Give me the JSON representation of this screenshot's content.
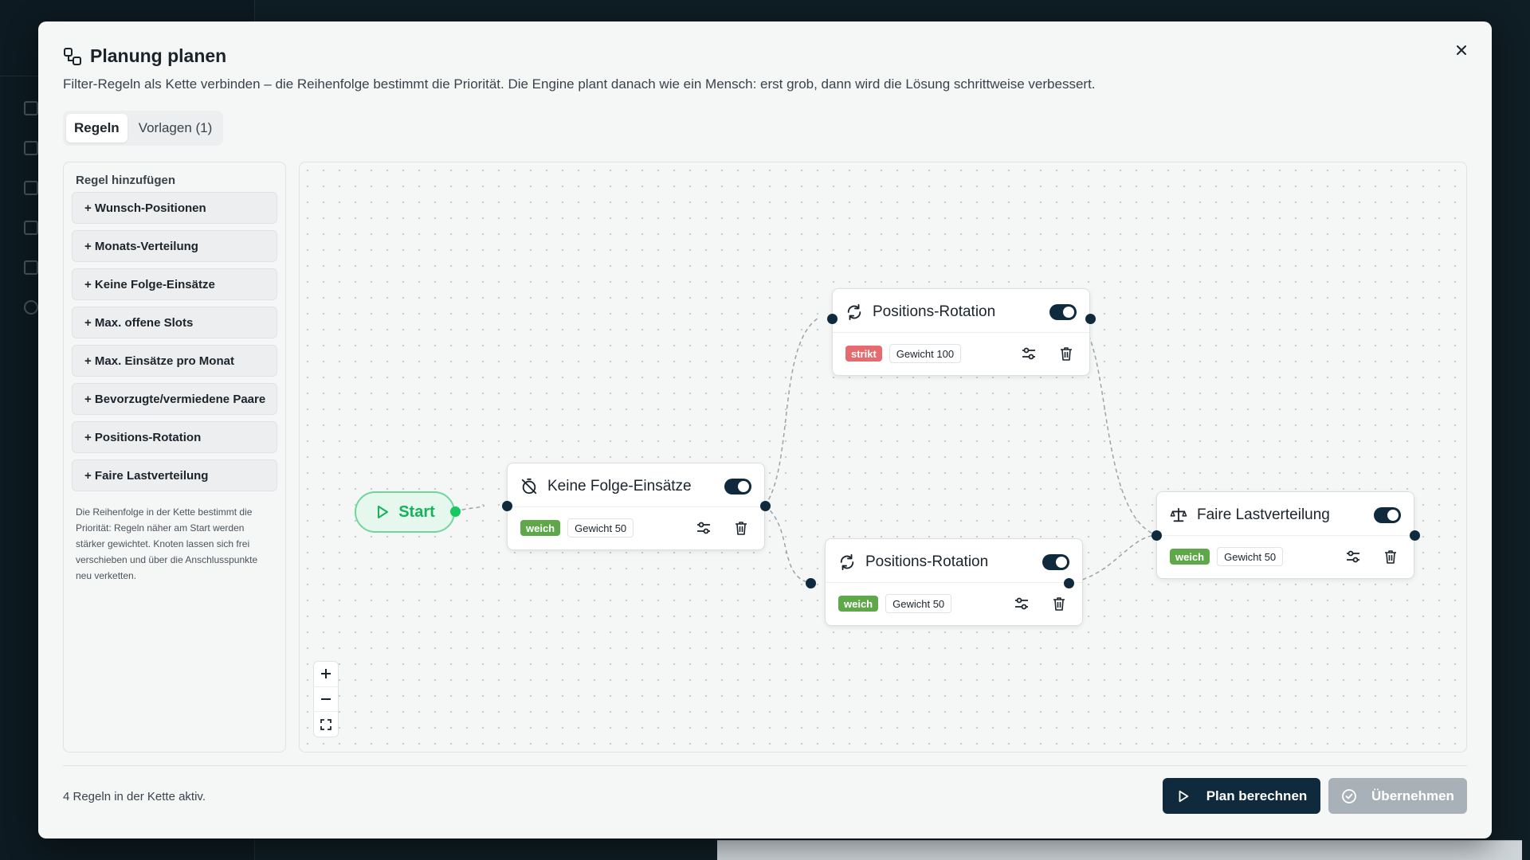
{
  "modal": {
    "title": "Planung planen",
    "description": "Filter-Regeln als Kette verbinden – die Reihenfolge bestimmt die Priorität. Die Engine plant danach wie ein Mensch: erst grob, dann wird die Lösung schrittweise verbessert.",
    "close_label": "×"
  },
  "tabs": [
    {
      "label": "Regeln",
      "active": true
    },
    {
      "label": "Vorlagen (1)",
      "active": false
    }
  ],
  "left_panel": {
    "heading": "Regel hinzufügen",
    "buttons": [
      "+ Wunsch-Positionen",
      "+ Monats-Verteilung",
      "+ Keine Folge-Einsätze",
      "+ Max. offene Slots",
      "+ Max. Einsätze pro Monat",
      "+ Bevorzugte/vermiedene Paare",
      "+ Positions-Rotation",
      "+ Faire Lastverteilung"
    ],
    "note": "Die Reihenfolge in der Kette bestimmt die Priorität: Regeln näher am Start werden stärker gewichtet. Knoten lassen sich frei verschieben und über die Anschlusspunkte neu verketten."
  },
  "canvas": {
    "start_label": "Start",
    "nodes": [
      {
        "title": "Keine Folge-Einsätze",
        "icon": "timer-off-icon",
        "mode": "weich",
        "weight": "Gewicht 50",
        "enabled": true
      },
      {
        "title": "Positions-Rotation",
        "icon": "refresh-icon",
        "mode": "strikt",
        "weight": "Gewicht 100",
        "enabled": true
      },
      {
        "title": "Positions-Rotation",
        "icon": "refresh-icon",
        "mode": "weich",
        "weight": "Gewicht 50",
        "enabled": true
      },
      {
        "title": "Faire Lastverteilung",
        "icon": "scale-icon",
        "mode": "weich",
        "weight": "Gewicht 50",
        "enabled": true
      }
    ],
    "zoom": {
      "in": "+",
      "out": "−"
    }
  },
  "footer": {
    "status": "4 Regeln in der Kette aktiv.",
    "primary_label": "Plan berechnen",
    "secondary_label": "Übernehmen"
  },
  "colors": {
    "primary": "#0f2a3d",
    "soft_badge": "#5fa84a",
    "hard_badge": "#e56b70",
    "start_green": "#16b35a"
  }
}
